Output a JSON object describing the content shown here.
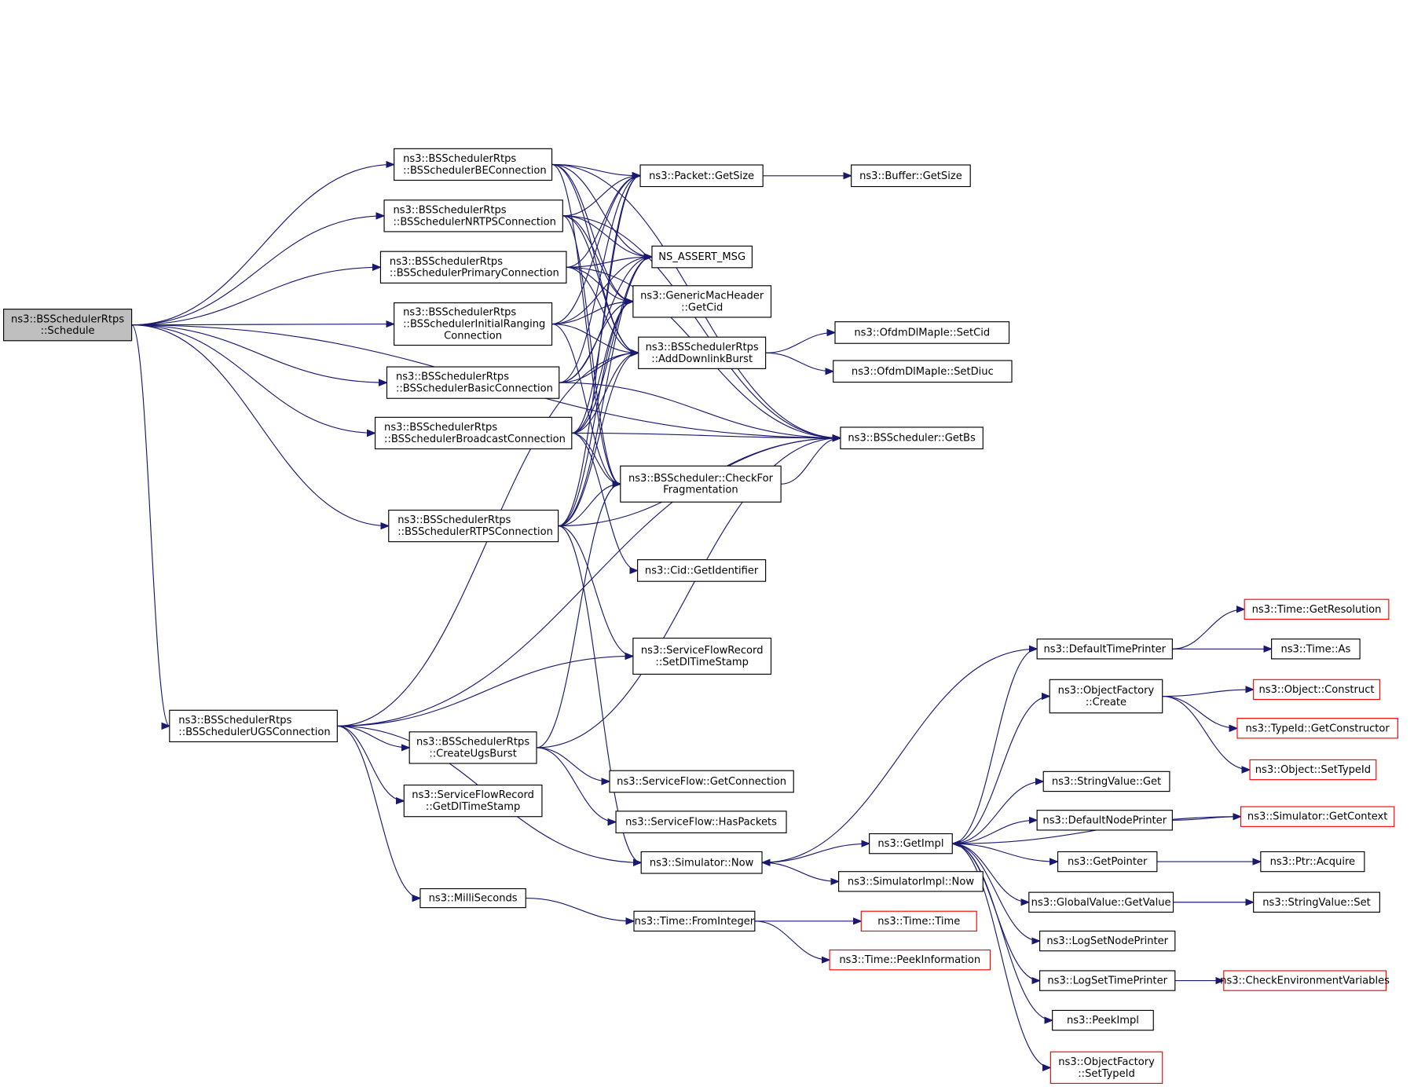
{
  "title": "Call graph: ns3::BSSchedulerRtps::Schedule",
  "colors": {
    "edge": "#191970",
    "root_fill": "#bfbfbf",
    "external_border": "#ff0000",
    "node_border": "#000000"
  },
  "nodes": [
    {
      "id": "schedule",
      "lines": [
        "ns3::BSSchedulerRtps",
        "::Schedule"
      ],
      "kind": "root"
    },
    {
      "id": "be",
      "lines": [
        "ns3::BSSchedulerRtps",
        "::BSSchedulerBEConnection"
      ],
      "kind": "normal"
    },
    {
      "id": "nrtps",
      "lines": [
        "ns3::BSSchedulerRtps",
        "::BSSchedulerNRTPSConnection"
      ],
      "kind": "normal"
    },
    {
      "id": "primary",
      "lines": [
        "ns3::BSSchedulerRtps",
        "::BSSchedulerPrimaryConnection"
      ],
      "kind": "normal"
    },
    {
      "id": "initial",
      "lines": [
        "ns3::BSSchedulerRtps",
        "::BSSchedulerInitialRanging",
        "Connection"
      ],
      "kind": "normal"
    },
    {
      "id": "basic",
      "lines": [
        "ns3::BSSchedulerRtps",
        "::BSSchedulerBasicConnection"
      ],
      "kind": "normal"
    },
    {
      "id": "broadcast",
      "lines": [
        "ns3::BSSchedulerRtps",
        "::BSSchedulerBroadcastConnection"
      ],
      "kind": "normal"
    },
    {
      "id": "rtps",
      "lines": [
        "ns3::BSSchedulerRtps",
        "::BSSchedulerRTPSConnection"
      ],
      "kind": "normal"
    },
    {
      "id": "ugs",
      "lines": [
        "ns3::BSSchedulerRtps",
        "::BSSchedulerUGSConnection"
      ],
      "kind": "normal"
    },
    {
      "id": "pktsize",
      "lines": [
        "ns3::Packet::GetSize"
      ],
      "kind": "normal"
    },
    {
      "id": "bufsize",
      "lines": [
        "ns3::Buffer::GetSize"
      ],
      "kind": "normal"
    },
    {
      "id": "assert",
      "lines": [
        "NS_ASSERT_MSG"
      ],
      "kind": "normal"
    },
    {
      "id": "getcid",
      "lines": [
        "ns3::GenericMacHeader",
        "::GetCid"
      ],
      "kind": "normal"
    },
    {
      "id": "adddl",
      "lines": [
        "ns3::BSSchedulerRtps",
        "::AddDownlinkBurst"
      ],
      "kind": "normal"
    },
    {
      "id": "setcid",
      "lines": [
        "ns3::OfdmDlMapIe::SetCid"
      ],
      "kind": "normal"
    },
    {
      "id": "setdiuc",
      "lines": [
        "ns3::OfdmDlMapIe::SetDiuc"
      ],
      "kind": "normal"
    },
    {
      "id": "getbs",
      "lines": [
        "ns3::BSScheduler::GetBs"
      ],
      "kind": "normal"
    },
    {
      "id": "checkfrag",
      "lines": [
        "ns3::BSScheduler::CheckFor",
        "Fragmentation"
      ],
      "kind": "normal"
    },
    {
      "id": "cidident",
      "lines": [
        "ns3::Cid::GetIdentifier"
      ],
      "kind": "normal"
    },
    {
      "id": "setdlts",
      "lines": [
        "ns3::ServiceFlowRecord",
        "::SetDlTimeStamp"
      ],
      "kind": "normal"
    },
    {
      "id": "createugs",
      "lines": [
        "ns3::BSSchedulerRtps",
        "::CreateUgsBurst"
      ],
      "kind": "normal"
    },
    {
      "id": "getdlts",
      "lines": [
        "ns3::ServiceFlowRecord",
        "::GetDlTimeStamp"
      ],
      "kind": "normal"
    },
    {
      "id": "getconn",
      "lines": [
        "ns3::ServiceFlow::GetConnection"
      ],
      "kind": "normal"
    },
    {
      "id": "haspkts",
      "lines": [
        "ns3::ServiceFlow::HasPackets"
      ],
      "kind": "normal"
    },
    {
      "id": "simnow",
      "lines": [
        "ns3::Simulator::Now"
      ],
      "kind": "normal"
    },
    {
      "id": "millis",
      "lines": [
        "ns3::MilliSeconds"
      ],
      "kind": "normal"
    },
    {
      "id": "fromint",
      "lines": [
        "ns3::Time::FromInteger"
      ],
      "kind": "normal"
    },
    {
      "id": "timetime",
      "lines": [
        "ns3::Time::Time"
      ],
      "kind": "external"
    },
    {
      "id": "peekinfo",
      "lines": [
        "ns3::Time::PeekInformation"
      ],
      "kind": "external"
    },
    {
      "id": "getimpl",
      "lines": [
        "ns3::GetImpl"
      ],
      "kind": "normal"
    },
    {
      "id": "simimplnow",
      "lines": [
        "ns3::SimulatorImpl::Now"
      ],
      "kind": "normal"
    },
    {
      "id": "deftime",
      "lines": [
        "ns3::DefaultTimePrinter"
      ],
      "kind": "normal"
    },
    {
      "id": "getres",
      "lines": [
        "ns3::Time::GetResolution"
      ],
      "kind": "external"
    },
    {
      "id": "timeas",
      "lines": [
        "ns3::Time::As"
      ],
      "kind": "normal"
    },
    {
      "id": "ofcreate",
      "lines": [
        "ns3::ObjectFactory",
        "::Create"
      ],
      "kind": "normal"
    },
    {
      "id": "objconstruct",
      "lines": [
        "ns3::Object::Construct"
      ],
      "kind": "external"
    },
    {
      "id": "getctor",
      "lines": [
        "ns3::TypeId::GetConstructor"
      ],
      "kind": "external"
    },
    {
      "id": "objsettid",
      "lines": [
        "ns3::Object::SetTypeId"
      ],
      "kind": "external"
    },
    {
      "id": "svget",
      "lines": [
        "ns3::StringValue::Get"
      ],
      "kind": "normal"
    },
    {
      "id": "defnode",
      "lines": [
        "ns3::DefaultNodePrinter"
      ],
      "kind": "normal"
    },
    {
      "id": "simctx",
      "lines": [
        "ns3::Simulator::GetContext"
      ],
      "kind": "external"
    },
    {
      "id": "getptr",
      "lines": [
        "ns3::GetPointer"
      ],
      "kind": "normal"
    },
    {
      "id": "ptracq",
      "lines": [
        "ns3::Ptr::Acquire"
      ],
      "kind": "normal"
    },
    {
      "id": "gvget",
      "lines": [
        "ns3::GlobalValue::GetValue"
      ],
      "kind": "normal"
    },
    {
      "id": "svset",
      "lines": [
        "ns3::StringValue::Set"
      ],
      "kind": "normal"
    },
    {
      "id": "logsetnode",
      "lines": [
        "ns3::LogSetNodePrinter"
      ],
      "kind": "normal"
    },
    {
      "id": "logsettime",
      "lines": [
        "ns3::LogSetTimePrinter"
      ],
      "kind": "normal"
    },
    {
      "id": "checkenv",
      "lines": [
        "ns3::CheckEnvironmentVariables"
      ],
      "kind": "external"
    },
    {
      "id": "peekimpl",
      "lines": [
        "ns3::PeekImpl"
      ],
      "kind": "normal"
    },
    {
      "id": "ofsettid",
      "lines": [
        "ns3::ObjectFactory",
        "::SetTypeId"
      ],
      "kind": "external"
    }
  ],
  "edges": [
    [
      "schedule",
      "be"
    ],
    [
      "schedule",
      "nrtps"
    ],
    [
      "schedule",
      "primary"
    ],
    [
      "schedule",
      "initial"
    ],
    [
      "schedule",
      "basic"
    ],
    [
      "schedule",
      "broadcast"
    ],
    [
      "schedule",
      "rtps"
    ],
    [
      "schedule",
      "ugs"
    ],
    [
      "schedule",
      "getbs"
    ],
    [
      "be",
      "pktsize"
    ],
    [
      "be",
      "assert"
    ],
    [
      "be",
      "getcid"
    ],
    [
      "be",
      "adddl"
    ],
    [
      "be",
      "getbs"
    ],
    [
      "be",
      "checkfrag"
    ],
    [
      "nrtps",
      "pktsize"
    ],
    [
      "nrtps",
      "assert"
    ],
    [
      "nrtps",
      "getcid"
    ],
    [
      "nrtps",
      "adddl"
    ],
    [
      "nrtps",
      "getbs"
    ],
    [
      "nrtps",
      "checkfrag"
    ],
    [
      "primary",
      "pktsize"
    ],
    [
      "primary",
      "assert"
    ],
    [
      "primary",
      "getcid"
    ],
    [
      "primary",
      "adddl"
    ],
    [
      "primary",
      "getbs"
    ],
    [
      "initial",
      "pktsize"
    ],
    [
      "initial",
      "assert"
    ],
    [
      "initial",
      "getcid"
    ],
    [
      "initial",
      "adddl"
    ],
    [
      "initial",
      "checkfrag"
    ],
    [
      "basic",
      "pktsize"
    ],
    [
      "basic",
      "assert"
    ],
    [
      "basic",
      "getcid"
    ],
    [
      "basic",
      "adddl"
    ],
    [
      "basic",
      "getbs"
    ],
    [
      "broadcast",
      "pktsize"
    ],
    [
      "broadcast",
      "assert"
    ],
    [
      "broadcast",
      "getcid"
    ],
    [
      "broadcast",
      "adddl"
    ],
    [
      "broadcast",
      "checkfrag"
    ],
    [
      "broadcast",
      "cidident"
    ],
    [
      "broadcast",
      "getbs"
    ],
    [
      "rtps",
      "pktsize"
    ],
    [
      "rtps",
      "assert"
    ],
    [
      "rtps",
      "getcid"
    ],
    [
      "rtps",
      "adddl"
    ],
    [
      "rtps",
      "checkfrag"
    ],
    [
      "rtps",
      "setdlts"
    ],
    [
      "rtps",
      "getbs"
    ],
    [
      "rtps",
      "simnow"
    ],
    [
      "ugs",
      "adddl"
    ],
    [
      "ugs",
      "setdlts"
    ],
    [
      "ugs",
      "getbs"
    ],
    [
      "ugs",
      "createugs"
    ],
    [
      "ugs",
      "getdlts"
    ],
    [
      "ugs",
      "simnow"
    ],
    [
      "ugs",
      "millis"
    ],
    [
      "pktsize",
      "bufsize"
    ],
    [
      "adddl",
      "setcid"
    ],
    [
      "adddl",
      "setdiuc"
    ],
    [
      "checkfrag",
      "getbs"
    ],
    [
      "createugs",
      "checkfrag"
    ],
    [
      "createugs",
      "getbs"
    ],
    [
      "createugs",
      "getconn"
    ],
    [
      "createugs",
      "haspkts"
    ],
    [
      "simnow",
      "getimpl"
    ],
    [
      "simnow",
      "simimplnow"
    ],
    [
      "millis",
      "fromint"
    ],
    [
      "fromint",
      "timetime"
    ],
    [
      "fromint",
      "peekinfo"
    ],
    [
      "getimpl",
      "deftime"
    ],
    [
      "getimpl",
      "ofcreate"
    ],
    [
      "getimpl",
      "svget"
    ],
    [
      "getimpl",
      "defnode"
    ],
    [
      "getimpl",
      "getptr"
    ],
    [
      "getimpl",
      "gvget"
    ],
    [
      "getimpl",
      "logsetnode"
    ],
    [
      "getimpl",
      "logsettime"
    ],
    [
      "getimpl",
      "peekimpl"
    ],
    [
      "getimpl",
      "ofsettid"
    ],
    [
      "deftime",
      "simnow"
    ],
    [
      "deftime",
      "getres"
    ],
    [
      "deftime",
      "timeas"
    ],
    [
      "simctx",
      "getimpl"
    ],
    [
      "ofcreate",
      "objconstruct"
    ],
    [
      "ofcreate",
      "getctor"
    ],
    [
      "ofcreate",
      "objsettid"
    ],
    [
      "defnode",
      "simctx"
    ],
    [
      "getptr",
      "ptracq"
    ],
    [
      "gvget",
      "svset"
    ],
    [
      "logsettime",
      "checkenv"
    ]
  ]
}
